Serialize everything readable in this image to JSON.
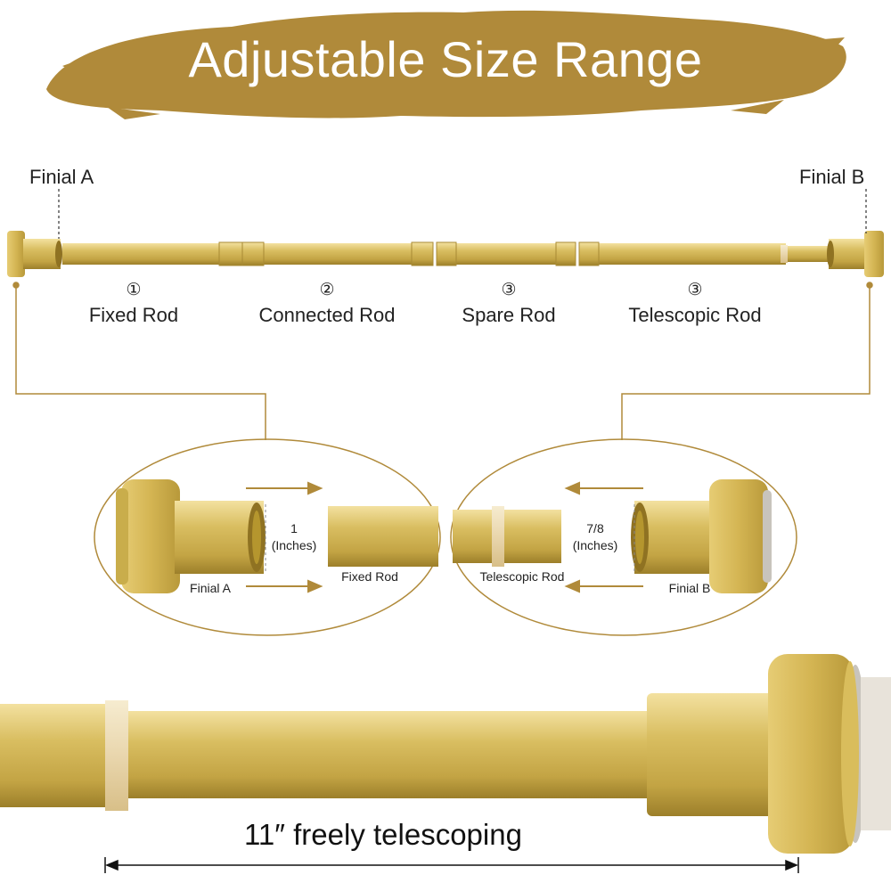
{
  "title": "Adjustable Size Range",
  "finials": {
    "a": "Finial A",
    "b": "Finial B"
  },
  "parts": [
    {
      "num": "①",
      "label": "Fixed Rod"
    },
    {
      "num": "②",
      "label": "Connected Rod"
    },
    {
      "num": "③",
      "label": "Spare Rod"
    },
    {
      "num": "③",
      "label": "Telescopic Rod"
    }
  ],
  "detail_left": {
    "size_value": "1",
    "size_unit": "(Inches)",
    "finial": "Finial A",
    "rod": "Fixed Rod"
  },
  "detail_right": {
    "size_value": "7/8",
    "size_unit": "(Inches)",
    "finial": "Finial B",
    "rod": "Telescopic Rod"
  },
  "bottom_caption": "11″ freely telescoping",
  "colors": {
    "gold": "#c9ad4b",
    "gold_dark": "#9c7f2a",
    "banner": "#b08a3a",
    "line": "#b08a3a"
  }
}
